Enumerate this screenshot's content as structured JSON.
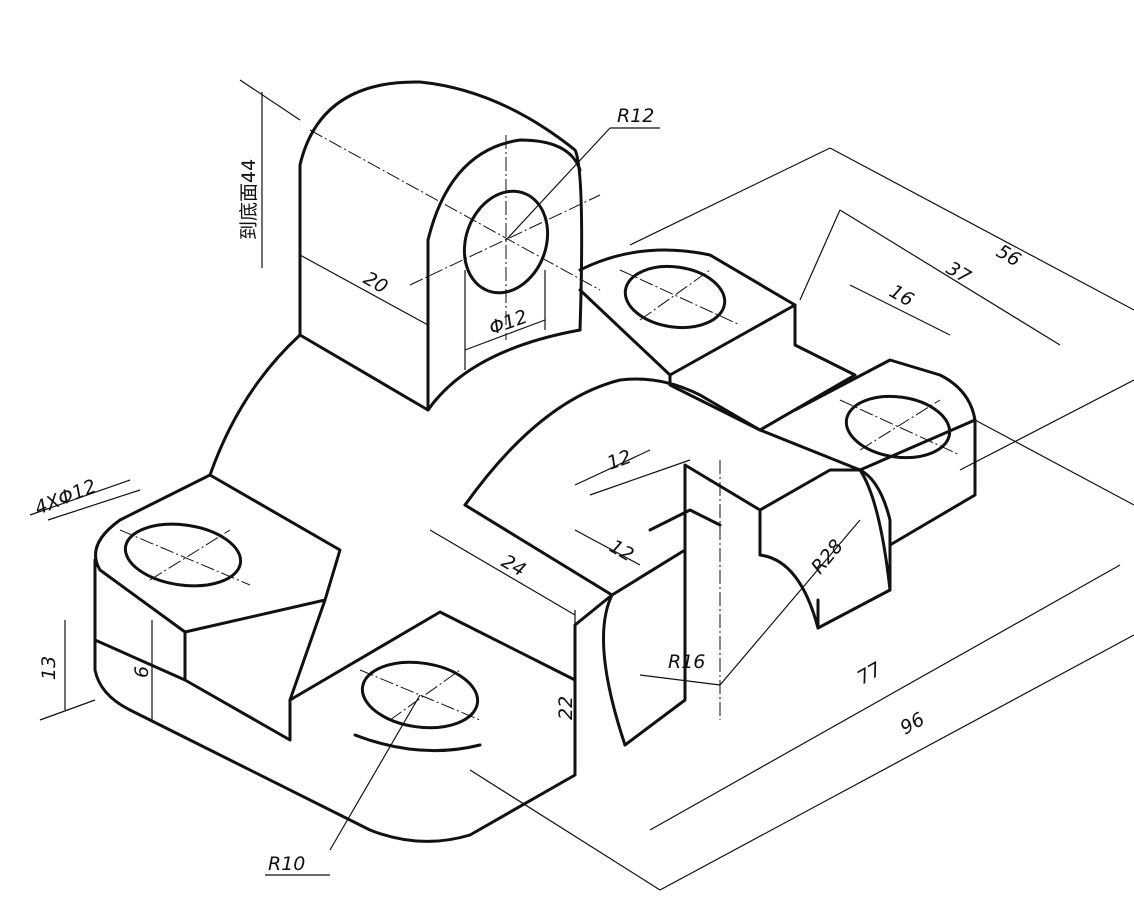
{
  "drawing": {
    "dimensions": {
      "r12": "R12",
      "to_bottom_44": "到底面44",
      "width_20": "20",
      "phi12_hole": "Φ12",
      "len_56": "56",
      "len_37": "37",
      "len_16": "16",
      "holes_4x_phi12": "4XΦ12",
      "slot_12_top": "12",
      "slot_12_bottom": "12",
      "len_24": "24",
      "r28": "R28",
      "height_13": "13",
      "height_6": "6",
      "r16": "R16",
      "height_22": "22",
      "len_77": "77",
      "len_96": "96",
      "r10": "R10"
    },
    "stroke_color": "#111111",
    "background": "#ffffff"
  }
}
